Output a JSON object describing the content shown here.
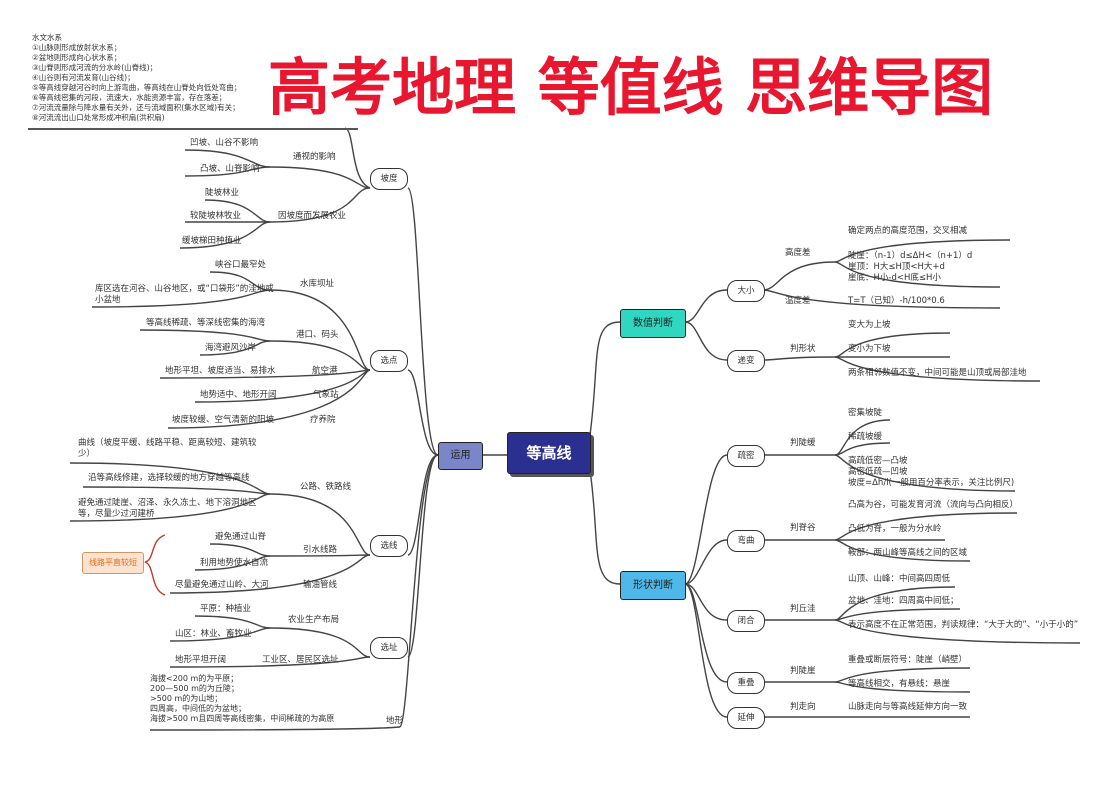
{
  "title": "高考地理  等值线  思维导图",
  "notes": {
    "heading": "水文水系",
    "lines": [
      "①山脉则形成放射状水系；",
      "②盆地则形成向心状水系；",
      "③山脊则形成河流的分水岭(山脊线)；",
      "④山谷则有河流发育(山谷线)；",
      "⑤等高线穿越河谷时向上游弯曲，等高线在山脊处向低处弯曲；",
      "⑥等高线密集的河段，流速大，水能资源丰富，存在落差；",
      "⑦河流流量除与降水量有关外，还与流域面积(集水区域)有关；",
      "⑧河流流出山口处常形成冲积扇(洪积扇)"
    ]
  },
  "colors": {
    "title": "#e8162f",
    "center": "#2b2f8f",
    "apply": "#7b86c8",
    "numeric": "#2fd6c0",
    "shape": "#4fb8e8",
    "highlight": "#fde3cf"
  },
  "center": "等高线",
  "left": {
    "root": "运用",
    "slope": {
      "label": "坡度",
      "visibility": {
        "label": "通视的影响",
        "items": [
          "凹坡、山谷不影响",
          "凸坡、山脊影响"
        ]
      },
      "agri": {
        "label": "因坡度而发展农业",
        "items": [
          "陡坡林业",
          "较陡坡林牧业",
          "缓坡梯田种植业"
        ]
      }
    },
    "site": {
      "label": "选点",
      "dam": {
        "label": "水库坝址",
        "items": [
          "峡谷口最窄处",
          "库区选在河谷、山谷地区，或“口袋形”的洼地或小盆地"
        ]
      },
      "port": {
        "label": "港口、码头",
        "items": [
          "等高线稀疏、等深线密集的海湾",
          "海湾避风沙岸"
        ]
      },
      "airport": {
        "label": "航空港",
        "item": "地形平坦、坡度适当、易排水"
      },
      "weather": {
        "label": "气象站",
        "item": "地势适中、地形开阔"
      },
      "sanatorium": {
        "label": "疗养院",
        "item": "坡度较缓、空气清新的阳坡"
      }
    },
    "route": {
      "label": "选线",
      "road": {
        "label": "公路、铁路线",
        "items": [
          "曲线（坡度平缓、线路平稳、距离较短、建筑较少）",
          "沿等高线修建，选择较缓的地方穿越等高线",
          "避免通过陡崖、沼泽、永久冻土、地下溶洞地区等，尽量少过河建桥"
        ]
      },
      "water": {
        "label": "引水线路",
        "items": [
          "避免通过山脊",
          "利用地势使水自流"
        ]
      },
      "oil": {
        "label": "输油管线",
        "item": "尽量避免通过山岭、大河"
      },
      "note": "线路平直较短"
    },
    "location": {
      "label": "选址",
      "agri": {
        "label": "农业生产布局",
        "items": [
          "平原：种植业",
          "山区：林业、畜牧业"
        ]
      },
      "industry": {
        "label": "工业区、居民区选址",
        "item": "地形平坦开阔"
      }
    },
    "terrain": {
      "label": "地形",
      "lines": [
        "海拔<200 m的为平原；",
        "200—500 m的为丘陵；",
        ">500 m的为山地；",
        "四周高，中间低的为盆地；",
        "海拔>500 m且四周等高线密集，中间稀疏的为高原"
      ]
    }
  },
  "right": {
    "numeric": {
      "label": "数值判断",
      "size": {
        "label": "大小",
        "height": {
          "label": "高度差",
          "items": [
            "确定两点的高度范围，交叉相减",
            "陡崖：（n-1）d≤ΔH<（n+1）d",
            "崖顶：H大≤H顶<H大+d",
            "崖底：H小-d<H底≤H小"
          ]
        },
        "temp": {
          "label": "温度差",
          "item": "T=T（已知）-h/100*0.6"
        }
      },
      "change": {
        "label": "递变",
        "shape": {
          "label": "判形状",
          "items": [
            "变大为上坡",
            "变小为下坡",
            "两条相邻数值不变，中间可能是山顶或局部洼地"
          ]
        }
      }
    },
    "shape": {
      "label": "形状判断",
      "density": {
        "label": "疏密",
        "sub": "判陡缓",
        "items": [
          "密集坡陡",
          "稀疏坡缓",
          "高疏低密—凸坡",
          "高密低疏—凹坡",
          "坡度=Δh/l(一般用百分率表示，关注比例尺)"
        ]
      },
      "bend": {
        "label": "弯曲",
        "sub": "判脊谷",
        "items": [
          "凸高为谷，可能发育河流（流向与凸向相反）",
          "凸低为脊，一般为分水岭",
          "鞍部：两山峰等高线之间的区域"
        ]
      },
      "closed": {
        "label": "闭合",
        "sub": "判丘洼",
        "items": [
          "山顶、山峰：中间高四周低",
          "盆地、洼地：四周高中间低；",
          "表示高度不在正常范围，判读规律：“大于大的”、“小于小的”"
        ]
      },
      "overlap": {
        "label": "重叠",
        "sub": "判陡崖",
        "items": [
          "重叠或断层符号：陡崖（峭壁）",
          "等高线相交，有悬线：悬崖"
        ]
      },
      "extend": {
        "label": "延伸",
        "sub": "判走向",
        "item": "山脉走向与等高线延伸方向一致"
      }
    }
  }
}
